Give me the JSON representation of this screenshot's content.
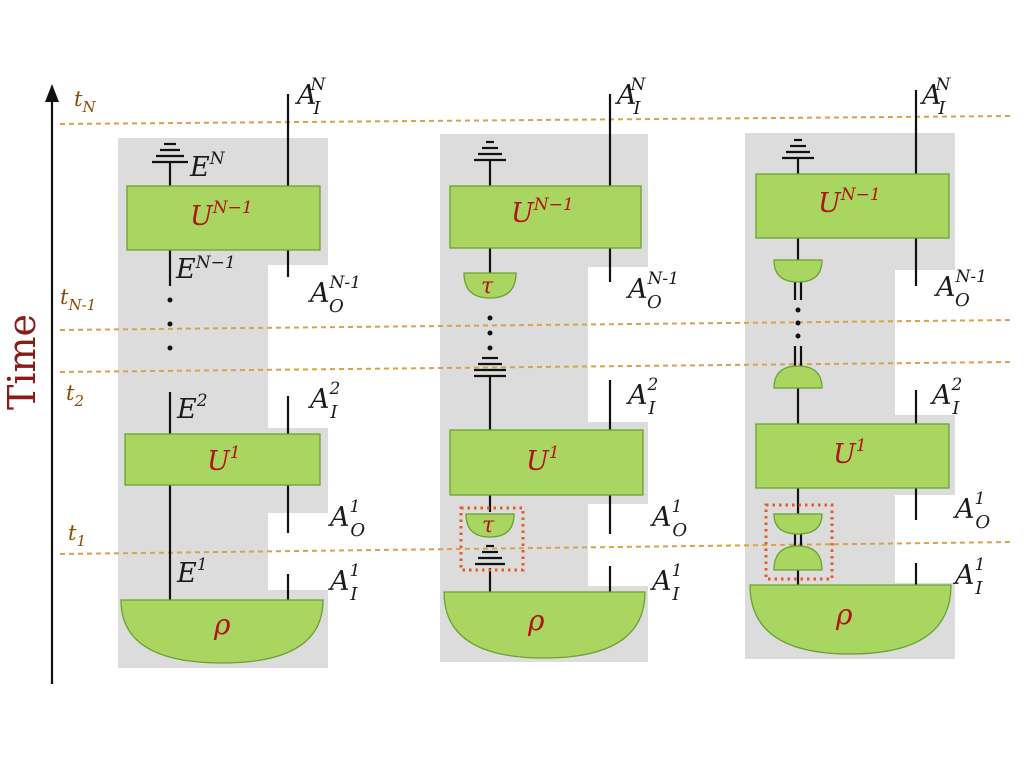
{
  "axis": {
    "label": "Time",
    "color": "#8b1a1a",
    "time_labels": [
      {
        "base": "t",
        "sub": "N"
      },
      {
        "base": "t",
        "sub": "N-1"
      },
      {
        "base": "t",
        "sub": "2"
      },
      {
        "base": "t",
        "sub": "1"
      }
    ]
  },
  "operators": {
    "unitary_top": {
      "base": "U",
      "sup": "N−1"
    },
    "unitary_bottom": {
      "base": "U",
      "sup": "1"
    },
    "tau": "τ",
    "rho": "ρ"
  },
  "env_labels": [
    {
      "base": "E",
      "sup": "N"
    },
    {
      "base": "E",
      "sup": "N−1"
    },
    {
      "base": "E",
      "sup": "2"
    },
    {
      "base": "E",
      "sup": "1"
    }
  ],
  "system_labels": {
    "in_N": {
      "base": "A",
      "sub": "I",
      "sup": "N"
    },
    "out_N1": {
      "base": "A",
      "sub": "O",
      "sup": "N-1"
    },
    "in_2": {
      "base": "A",
      "sub": "I",
      "sup": "2"
    },
    "out_1": {
      "base": "A",
      "sub": "O",
      "sup": "1"
    },
    "in_1": {
      "base": "A",
      "sub": "I",
      "sup": "1"
    }
  },
  "colors": {
    "operator_fill": "#a9d661",
    "operator_text": "#b11313",
    "panel": "#dcdcdc",
    "time_guides": "#d7a24a",
    "highlight": "#e35b22"
  }
}
